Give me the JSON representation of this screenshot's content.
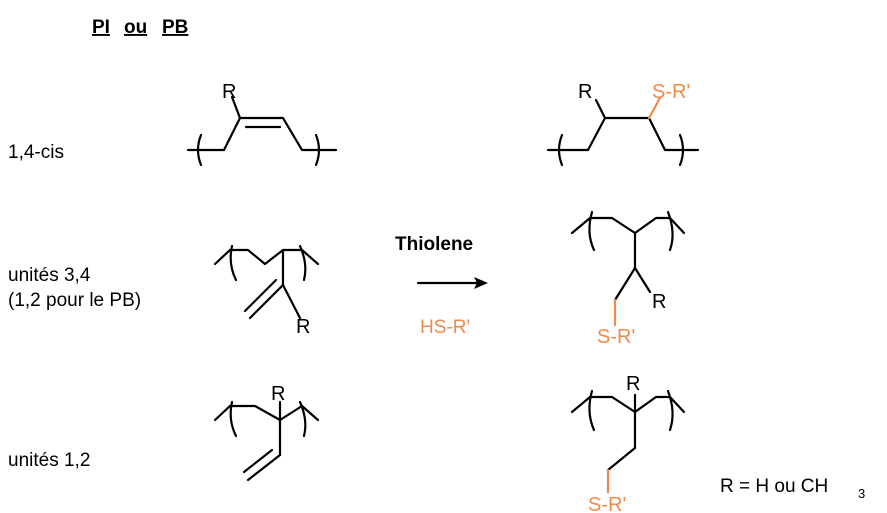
{
  "header": {
    "part1": "PI",
    "part2": "ou",
    "part3": "PB"
  },
  "rows": [
    {
      "label": "1,4-cis"
    },
    {
      "label_line1": "unités 3,4",
      "label_line2": "(1,2 pour le PB)"
    },
    {
      "label": "unités 1,2"
    }
  ],
  "reaction": {
    "name": "Thiolene",
    "reagent": "HS-R'"
  },
  "atoms": {
    "R": "R",
    "SR": "S-R'"
  },
  "legend": {
    "text": "R = H ou CH",
    "subscript": "3"
  },
  "colors": {
    "accent": "#f0894a",
    "ink": "#000000"
  }
}
